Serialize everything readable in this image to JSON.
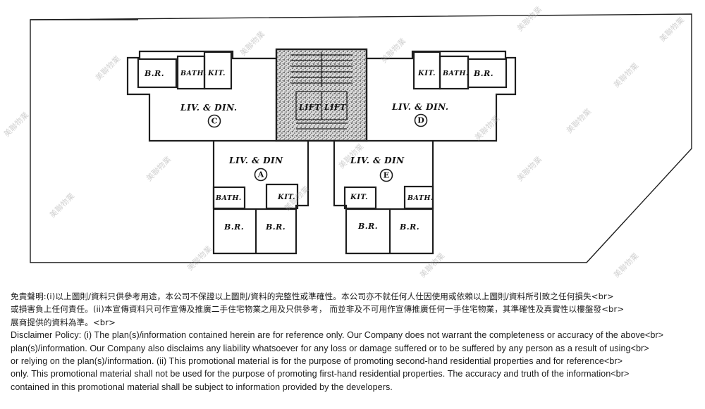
{
  "watermark": "美聯物業",
  "floor_plan": {
    "units": [
      {
        "id": "C",
        "living": "LIV. & DIN.",
        "rooms": [
          "B.R.",
          "BATH.",
          "KIT."
        ]
      },
      {
        "id": "D",
        "living": "LIV. & DIN.",
        "rooms": [
          "KIT.",
          "BATH.",
          "B.R."
        ]
      },
      {
        "id": "A",
        "living": "LIV. & DIN",
        "rooms": [
          "BATH.",
          "KIT.",
          "B.R.",
          "B.R."
        ]
      },
      {
        "id": "E",
        "living": "LIV. & DIN",
        "rooms": [
          "KIT.",
          "BATH.",
          "B.R.",
          "B.R."
        ]
      }
    ],
    "core_label": "LIFT"
  },
  "disclaimer": {
    "lines": [
      "免責聲明:(i)以上圖則/資料只供參考用途，本公司不保證以上圖則/資料的完整性或準確性。本公司亦不就任何人仕因使用或依賴以上圖則/資料所引致之任何損失<br>",
      "或損害負上任何責任。(ii)本宣傳資料只可作宣傳及推廣二手住宅物業之用及只供參考， 而並非及不可用作宣傳推廣任何一手住宅物業，其準確性及真實性以樓盤發<br>",
      "展商提供的資料為準。<br>",
      "Disclaimer Policy: (i) The plan(s)/information contained herein are for reference only. Our Company does not warrant the completeness or accuracy of the above<br>",
      "plan(s)/information. Our Company also disclaims any liability whatsoever for any loss or damage suffered or to be suffered by any person as a result of using<br>",
      "or relying on the plan(s)/information. (ii) This promotional material is for the purpose of promoting second-hand residential properties and for reference<br>",
      "only. This promotional material shall not be used for the purpose of promoting first-hand residential properties. The accuracy and truth of the information<br>",
      "contained in this promotional material shall be subject to information provided by the developers."
    ]
  }
}
